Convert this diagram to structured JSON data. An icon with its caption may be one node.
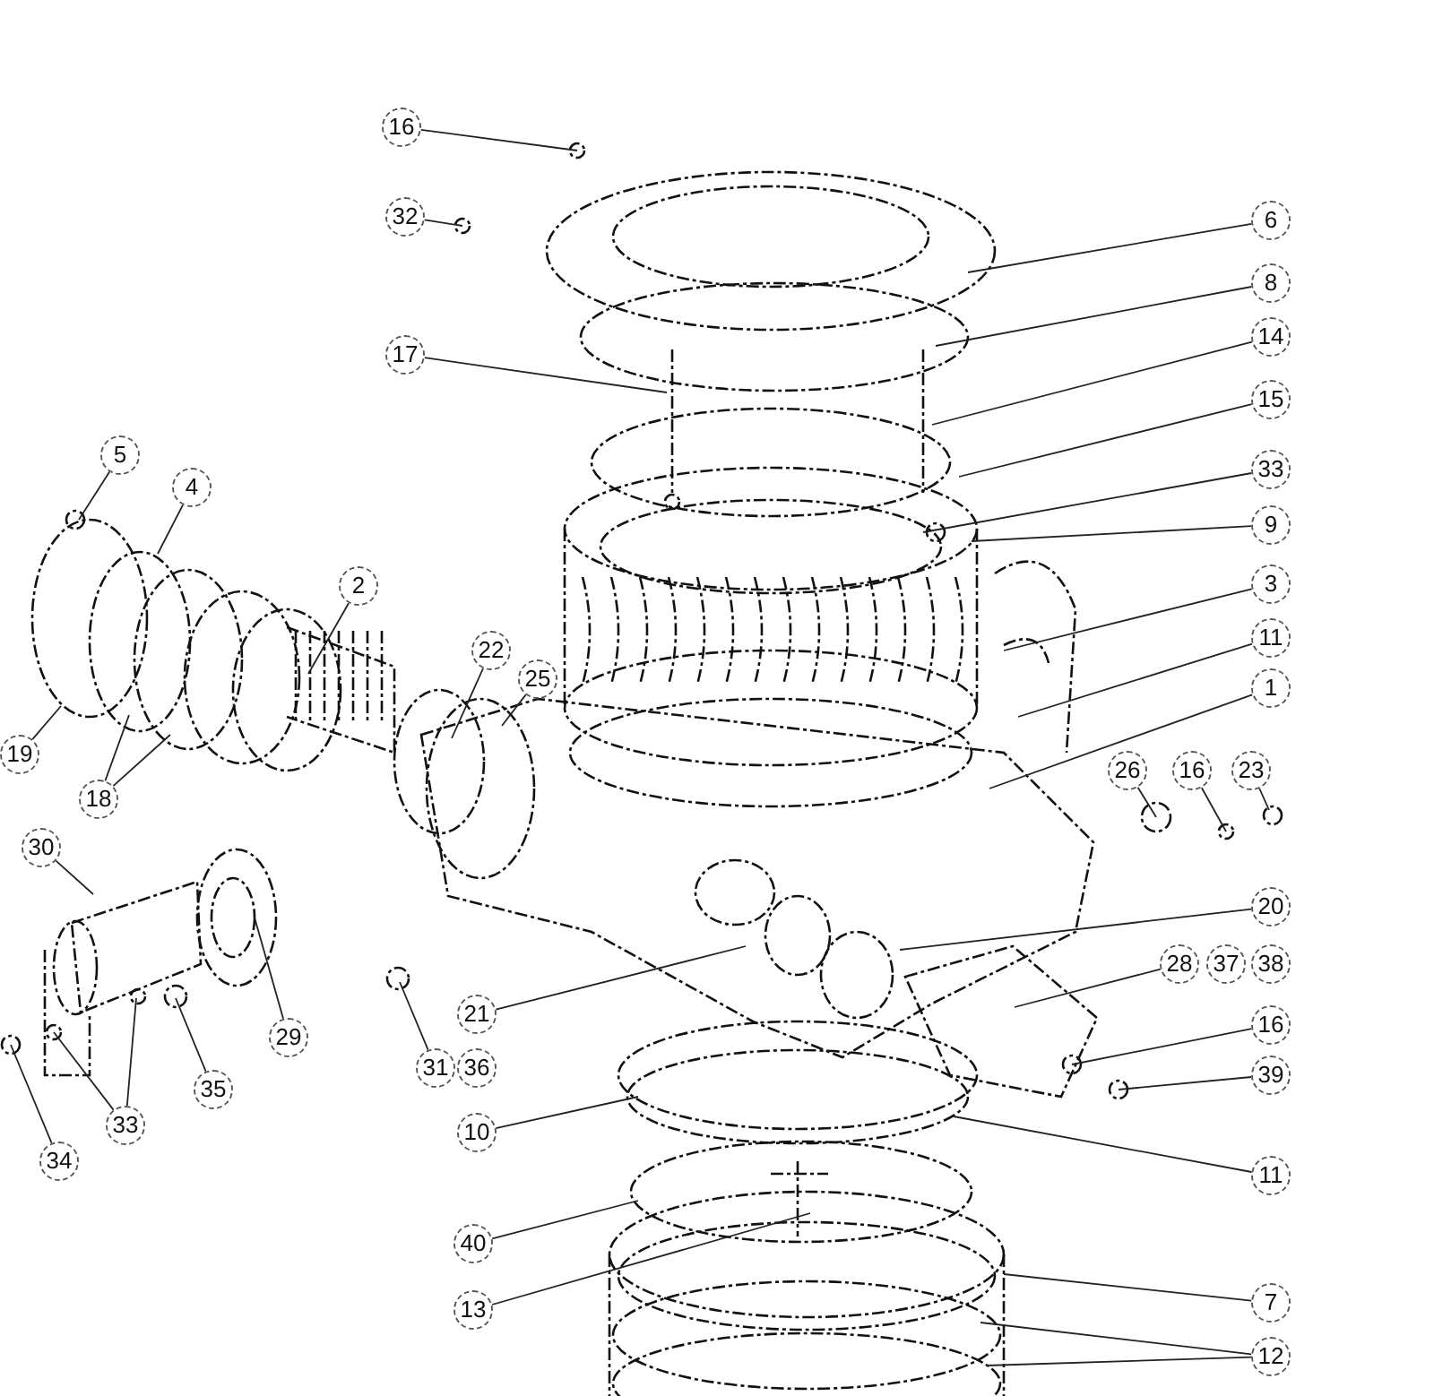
{
  "diagram": {
    "nodes": [
      {
        "text": [
          "16"
        ]
      },
      {
        "text": [
          "32"
        ]
      },
      {
        "text": [
          "6"
        ]
      },
      {
        "text": [
          "17"
        ]
      },
      {
        "text": [
          "8"
        ]
      },
      {
        "text": [
          "14"
        ]
      },
      {
        "text": [
          "15"
        ]
      },
      {
        "text": [
          "5"
        ]
      },
      {
        "text": [
          "33"
        ]
      },
      {
        "text": [
          "4"
        ]
      },
      {
        "text": [
          "9"
        ]
      },
      {
        "text": [
          "3"
        ]
      },
      {
        "text": [
          "2"
        ]
      },
      {
        "text": [
          "11"
        ]
      },
      {
        "text": [
          "22"
        ]
      },
      {
        "text": [
          "25"
        ]
      },
      {
        "text": [
          "1"
        ]
      },
      {
        "text": [
          "19"
        ]
      },
      {
        "text": [
          "18"
        ]
      },
      {
        "text": [
          "26"
        ]
      },
      {
        "text": [
          "16"
        ]
      },
      {
        "text": [
          "23"
        ]
      },
      {
        "text": [
          "30"
        ]
      },
      {
        "text": [
          "20"
        ]
      },
      {
        "text": [
          "28"
        ]
      },
      {
        "text": [
          "37"
        ]
      },
      {
        "text": [
          "38"
        ]
      },
      {
        "text": [
          "21"
        ]
      },
      {
        "text": [
          "29"
        ]
      },
      {
        "text": [
          "16"
        ]
      },
      {
        "text": [
          "31"
        ]
      },
      {
        "text": [
          "36"
        ]
      },
      {
        "text": [
          "35"
        ]
      },
      {
        "text": [
          "39"
        ]
      },
      {
        "text": [
          "33"
        ]
      },
      {
        "text": [
          "10"
        ]
      },
      {
        "text": [
          "34"
        ]
      },
      {
        "text": [
          "11"
        ]
      },
      {
        "text": [
          "40"
        ]
      },
      {
        "text": [
          "13"
        ]
      },
      {
        "text": [
          "7"
        ]
      },
      {
        "text": [
          "12"
        ]
      }
    ],
    "edges": [
      {
        "from": 0,
        "to": null,
        "arrow": "none"
      },
      {
        "from": 1,
        "to": null,
        "arrow": "none"
      },
      {
        "from": 2,
        "to": null,
        "arrow": "none"
      },
      {
        "from": 3,
        "to": null,
        "arrow": "none"
      },
      {
        "from": 4,
        "to": null,
        "arrow": "none"
      },
      {
        "from": 5,
        "to": null,
        "arrow": "none"
      },
      {
        "from": 6,
        "to": null,
        "arrow": "none"
      },
      {
        "from": 7,
        "to": null,
        "arrow": "none"
      },
      {
        "from": 8,
        "to": null,
        "arrow": "none"
      },
      {
        "from": 9,
        "to": null,
        "arrow": "none"
      },
      {
        "from": 10,
        "to": null,
        "arrow": "none"
      },
      {
        "from": 11,
        "to": null,
        "arrow": "none"
      },
      {
        "from": 12,
        "to": null,
        "arrow": "none"
      },
      {
        "from": 13,
        "to": null,
        "arrow": "none"
      },
      {
        "from": 14,
        "to": null,
        "arrow": "none"
      },
      {
        "from": 15,
        "to": null,
        "arrow": "none"
      },
      {
        "from": 16,
        "to": null,
        "arrow": "none"
      },
      {
        "from": 17,
        "to": null,
        "arrow": "none"
      },
      {
        "from": 18,
        "to": null,
        "arrow": "none"
      },
      {
        "from": 18,
        "to": null,
        "arrow": "none"
      },
      {
        "from": 19,
        "to": null,
        "arrow": "none"
      },
      {
        "from": 20,
        "to": null,
        "arrow": "none"
      },
      {
        "from": 21,
        "to": null,
        "arrow": "none"
      },
      {
        "from": 22,
        "to": null,
        "arrow": "none"
      },
      {
        "from": 23,
        "to": null,
        "arrow": "none"
      },
      {
        "from": 24,
        "to": null,
        "arrow": "none"
      },
      {
        "from": 27,
        "to": null,
        "arrow": "none"
      },
      {
        "from": 28,
        "to": null,
        "arrow": "none"
      },
      {
        "from": 29,
        "to": null,
        "arrow": "none"
      },
      {
        "from": 30,
        "to": null,
        "arrow": "none"
      },
      {
        "from": 32,
        "to": null,
        "arrow": "none"
      },
      {
        "from": 33,
        "to": null,
        "arrow": "none"
      },
      {
        "from": 34,
        "to": null,
        "arrow": "none"
      },
      {
        "from": 34,
        "to": null,
        "arrow": "none"
      },
      {
        "from": 35,
        "to": null,
        "arrow": "none"
      },
      {
        "from": 36,
        "to": null,
        "arrow": "none"
      },
      {
        "from": 37,
        "to": null,
        "arrow": "none"
      },
      {
        "from": 38,
        "to": null,
        "arrow": "none"
      },
      {
        "from": 39,
        "to": null,
        "arrow": "none"
      },
      {
        "from": 40,
        "to": null,
        "arrow": "none"
      },
      {
        "from": 41,
        "to": null,
        "arrow": "none"
      },
      {
        "from": 41,
        "to": null,
        "arrow": "none"
      }
    ]
  }
}
